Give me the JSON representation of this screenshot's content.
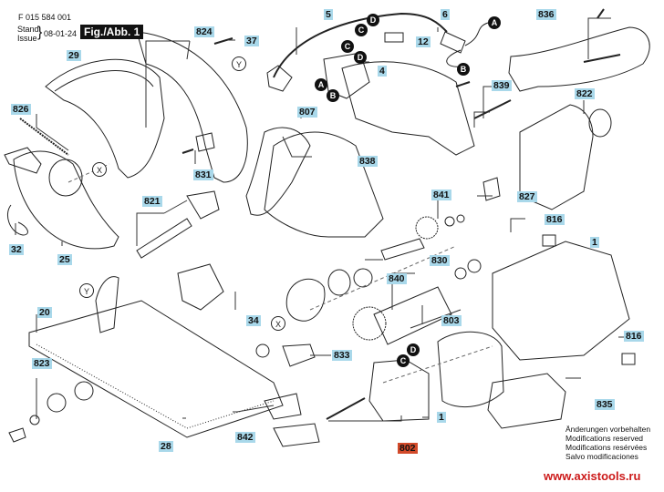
{
  "header": {
    "document_number": "F 015 584 001",
    "stand_label": "Stand",
    "issue_label": "Issue",
    "issue_date": "08-01-24",
    "figure_title": "Fig./Abb. 1"
  },
  "part_labels": [
    {
      "id": "29",
      "text": "29"
    },
    {
      "id": "824",
      "text": "824"
    },
    {
      "id": "37",
      "text": "37"
    },
    {
      "id": "5",
      "text": "5"
    },
    {
      "id": "6",
      "text": "6"
    },
    {
      "id": "12",
      "text": "12"
    },
    {
      "id": "4",
      "text": "4"
    },
    {
      "id": "836",
      "text": "836"
    },
    {
      "id": "839",
      "text": "839"
    },
    {
      "id": "807",
      "text": "807"
    },
    {
      "id": "822",
      "text": "822"
    },
    {
      "id": "826",
      "text": "826"
    },
    {
      "id": "831",
      "text": "831"
    },
    {
      "id": "838",
      "text": "838"
    },
    {
      "id": "821",
      "text": "821"
    },
    {
      "id": "841",
      "text": "841"
    },
    {
      "id": "827",
      "text": "827"
    },
    {
      "id": "816a",
      "text": "816"
    },
    {
      "id": "32",
      "text": "32"
    },
    {
      "id": "25",
      "text": "25"
    },
    {
      "id": "830",
      "text": "830"
    },
    {
      "id": "1a",
      "text": "1"
    },
    {
      "id": "840",
      "text": "840"
    },
    {
      "id": "20",
      "text": "20"
    },
    {
      "id": "34",
      "text": "34"
    },
    {
      "id": "803",
      "text": "803"
    },
    {
      "id": "833",
      "text": "833"
    },
    {
      "id": "816b",
      "text": "816"
    },
    {
      "id": "823",
      "text": "823"
    },
    {
      "id": "835",
      "text": "835"
    },
    {
      "id": "1b",
      "text": "1"
    },
    {
      "id": "28",
      "text": "28"
    },
    {
      "id": "842",
      "text": "842"
    },
    {
      "id": "802",
      "text": "802",
      "highlight": "red"
    }
  ],
  "connection_refs": {
    "A": "A",
    "B": "B",
    "C": "C",
    "D": "D",
    "X": "X",
    "Y": "Y"
  },
  "notes": [
    "Änderungen vorbehalten",
    "Modifications reserved",
    "Modifications resérvées",
    "Salvo modificaciones"
  ],
  "website": "www.axistools.ru",
  "colors": {
    "label_bg": "#a9d8ea",
    "label_highlight": "#d24a2a",
    "website_text": "#cc1a1a"
  }
}
